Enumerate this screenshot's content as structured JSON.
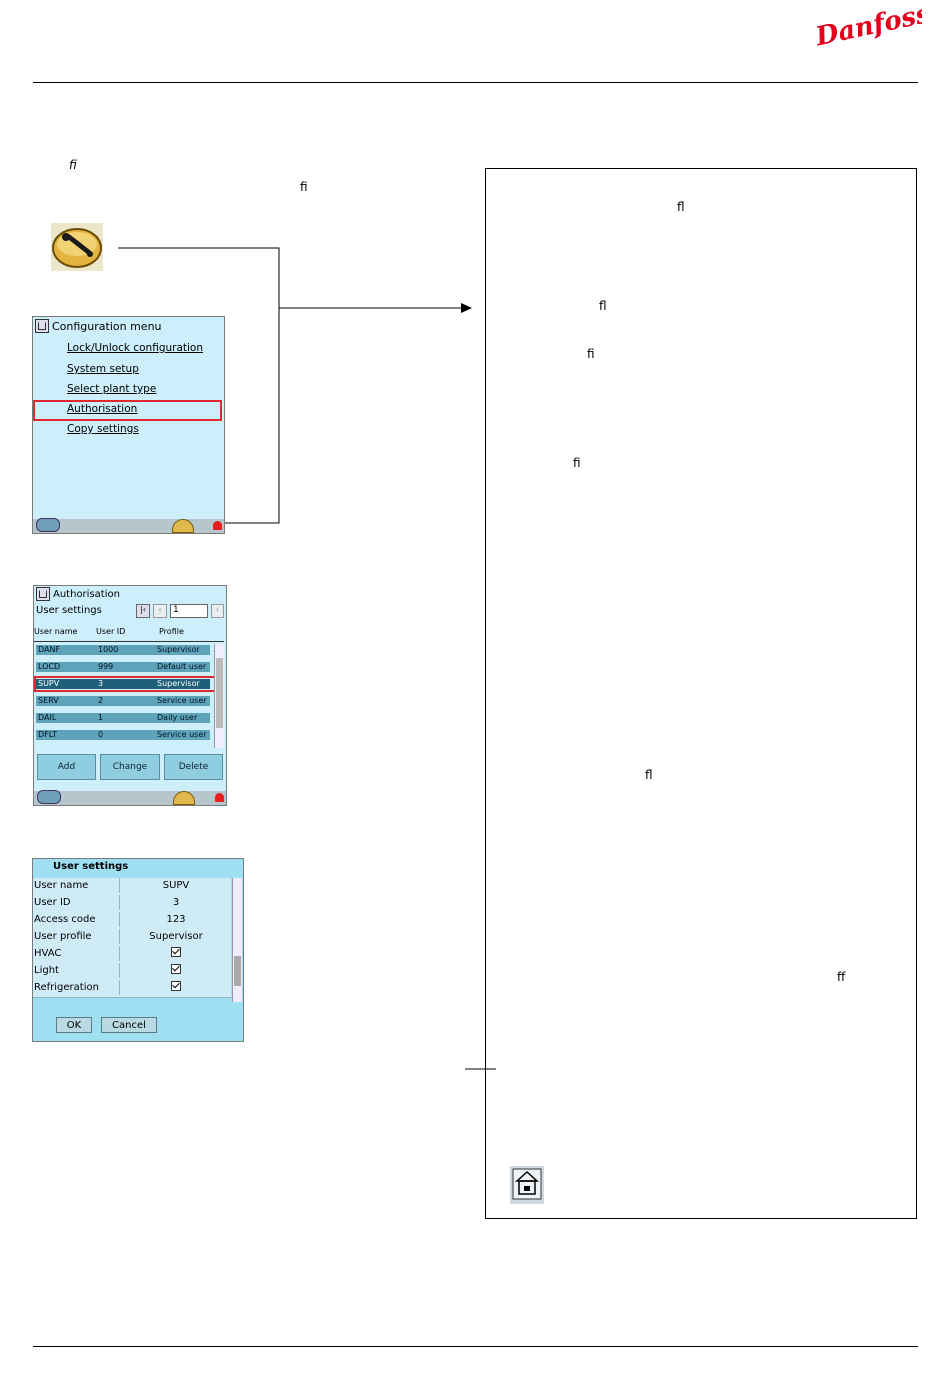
{
  "brand": {
    "logo_text": "Danfoss",
    "color": "#e2001a"
  },
  "ligatures": {
    "l1": "ﬁ",
    "l2": "ﬁ",
    "r1": "ﬂ",
    "r2": "ﬂ",
    "r3": "ﬁ",
    "r4": "ﬁ",
    "r5": "ﬂ",
    "r6": "ﬀ"
  },
  "config_menu": {
    "title": "Configuration menu",
    "items": [
      "Lock/Unlock configuration",
      "System setup",
      "Select plant type",
      "Authorisation",
      "Copy settings"
    ],
    "selected_index": 3
  },
  "authorisation": {
    "title": "Authorisation",
    "subtitle": "User settings",
    "pager_value": "1",
    "columns": [
      "User name",
      "User ID",
      "Profile"
    ],
    "rows": [
      {
        "name": "DANF",
        "id": "1000",
        "profile": "Supervisor"
      },
      {
        "name": "LOCD",
        "id": "999",
        "profile": "Default user"
      },
      {
        "name": "SUPV",
        "id": "3",
        "profile": "Supervisor"
      },
      {
        "name": "SERV",
        "id": "2",
        "profile": "Service user"
      },
      {
        "name": "DAIL",
        "id": "1",
        "profile": "Daily user"
      },
      {
        "name": "DFLT",
        "id": "0",
        "profile": "Service user"
      }
    ],
    "selected_index": 2,
    "buttons": {
      "add": "Add",
      "change": "Change",
      "delete": "Delete"
    }
  },
  "user_settings": {
    "title": "User settings",
    "fields": [
      {
        "label": "User name",
        "value": "SUPV"
      },
      {
        "label": "User ID",
        "value": "3"
      },
      {
        "label": "Access code",
        "value": "123"
      },
      {
        "label": "User profile",
        "value": "Supervisor"
      },
      {
        "label": "HVAC",
        "value": ""
      },
      {
        "label": "Light",
        "value": ""
      },
      {
        "label": "Refrigeration",
        "value": ""
      }
    ],
    "checked": [
      false,
      false,
      false,
      false,
      true,
      true,
      true
    ],
    "ok": "OK",
    "cancel": "Cancel"
  }
}
